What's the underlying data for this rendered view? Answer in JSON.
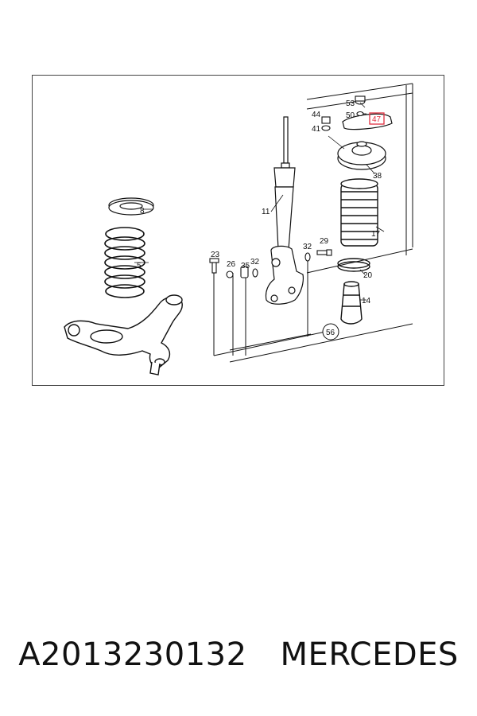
{
  "diagram": {
    "callouts": {
      "p53": "53",
      "p50": "50",
      "p47": "47",
      "p44": "44",
      "p41": "41",
      "p38": "38",
      "p11": "11",
      "p8": "8",
      "p17": "17",
      "p5": "5",
      "p23": "23",
      "p26": "26",
      "p35": "35",
      "p32a": "32",
      "p32b": "32",
      "p29": "29",
      "p20": "20",
      "p14": "14",
      "p56": "56"
    },
    "highlight_color": "#e03040"
  },
  "caption": {
    "part_number": "A2013230132",
    "brand": "MERCEDES"
  }
}
